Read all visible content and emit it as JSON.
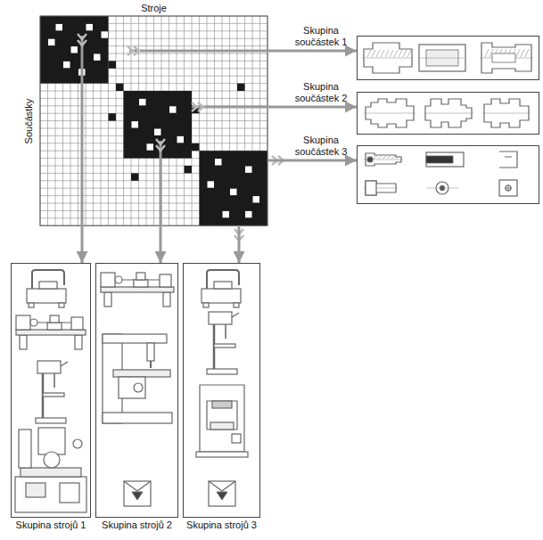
{
  "diagram": {
    "nodes": [
      {
        "text": [
          "Stroje",
          "Součástky"
        ]
      },
      {
        "text": [
          "Skupina součástek 1"
        ]
      },
      {
        "text": [
          "Skupina součástek 2"
        ]
      },
      {
        "text": [
          "Skupina součástek 3"
        ]
      },
      {
        "text": [
          "Skupina strojů 1"
        ]
      },
      {
        "text": [
          "Skupina strojů 2"
        ]
      },
      {
        "text": [
          "Skupina strojů 3"
        ]
      }
    ],
    "edges": [
      {
        "from": 0,
        "to": 1,
        "arrow": "to"
      },
      {
        "from": 0,
        "to": 2,
        "arrow": "to"
      },
      {
        "from": 0,
        "to": 3,
        "arrow": "to"
      },
      {
        "from": 0,
        "to": 4,
        "arrow": "to"
      },
      {
        "from": 0,
        "to": 5,
        "arrow": "to"
      },
      {
        "from": 0,
        "to": 6,
        "arrow": "to"
      }
    ]
  }
}
